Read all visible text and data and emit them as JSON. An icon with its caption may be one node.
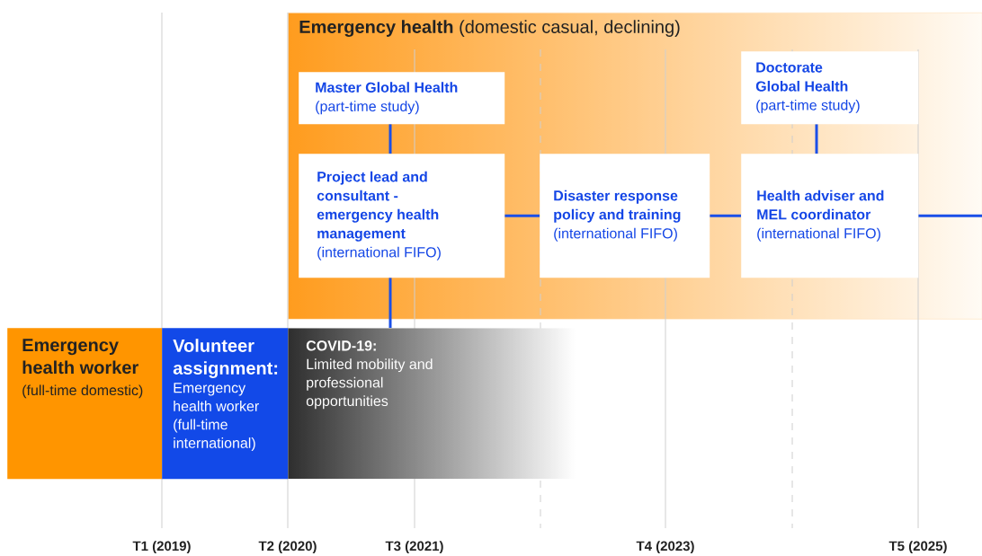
{
  "diagram": {
    "nodes": [
      {
        "text": [
          "**Emergency health** (domestic casual, declining)"
        ]
      },
      {
        "text": [
          "Master Global Health",
          "(part-time study)"
        ],
        "in": 0
      },
      {
        "text": [
          "Project lead and consultant - emergency health management",
          "(international FIFO)"
        ],
        "in": 0
      },
      {
        "text": [
          "Disaster response policy and training",
          "(international FIFO)"
        ],
        "in": 0
      },
      {
        "text": [
          "Doctorate Global Health",
          "(part-time study)"
        ],
        "in": 0
      },
      {
        "text": [
          "Health adviser and MEL coordinator",
          "(international FIFO)"
        ],
        "in": 0
      },
      {
        "text": [
          "Emergency health worker",
          "(full-time domestic)"
        ]
      },
      {
        "text": [
          "Volunteer assignment:",
          "Emergency health worker (full-time international)"
        ]
      },
      {
        "text": [
          "COVID-19:",
          "Limited mobility and professional opportunities"
        ]
      }
    ],
    "edges": [
      {
        "from": 1,
        "to": 2,
        "arrow": "none"
      },
      {
        "from": 2,
        "to": 8,
        "arrow": "none"
      },
      {
        "from": 2,
        "to": 3,
        "arrow": "none"
      },
      {
        "from": 3,
        "to": 5,
        "arrow": "none"
      },
      {
        "from": 4,
        "to": 5,
        "arrow": "none"
      },
      {
        "from": 5,
        "to": null,
        "arrow": "none"
      }
    ],
    "labels": [
      "T1 (2019)",
      "T2 (2020)",
      "T3 (2021)",
      "T4 (2023)",
      "T5 (2025)"
    ]
  }
}
